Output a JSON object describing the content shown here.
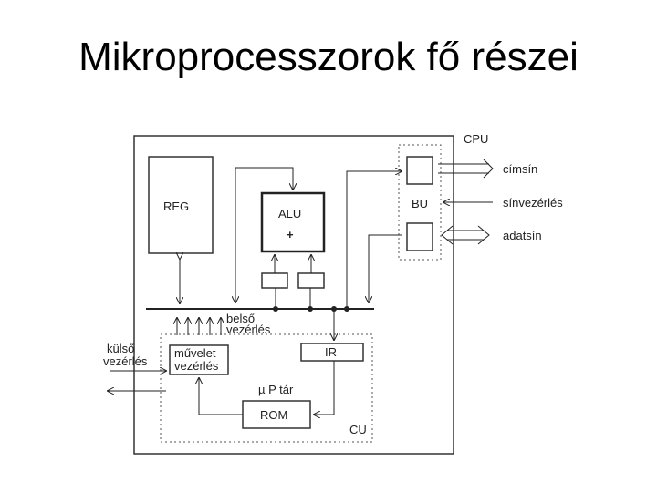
{
  "slide": {
    "title": "Mikroprocesszorok fő részei"
  },
  "diagram": {
    "cpu": "CPU",
    "reg": "REG",
    "alu": "ALU",
    "alu_op": "+",
    "bu": "BU",
    "address_bus": "címsín",
    "bus_control": "sínvezérlés",
    "data_bus": "adatsín",
    "internal_control": [
      "belső",
      "vezérlés"
    ],
    "external_control": [
      "külső",
      "vezérlés"
    ],
    "op_control": [
      "művelet",
      "vezérlés"
    ],
    "ir": "IR",
    "up_space": "µ P tár",
    "rom": "ROM",
    "cu": "CU"
  }
}
